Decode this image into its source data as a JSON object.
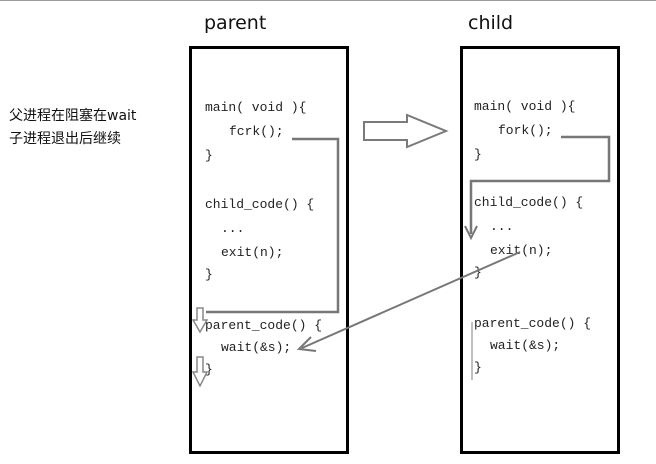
{
  "labels": {
    "parent_title": "parent",
    "child_title": "child",
    "note_line1": "父进程在阻塞在wait",
    "note_line2": "子进程退出后继续"
  },
  "parent": {
    "main_open": "main( void ){",
    "fork_call": "fcrk();",
    "main_close": "}",
    "child_code_open": "child_code() {",
    "ellipsis": "...",
    "exit_call": "exit(n);",
    "child_code_close": "}",
    "parent_code_open": "parent_code() {",
    "wait_call": "wait(&s);",
    "parent_code_close": "}"
  },
  "child": {
    "main_open": "main( void ){",
    "fork_call": "fork();",
    "main_close": "}",
    "child_code_open": "child_code() {",
    "ellipsis": "...",
    "exit_call": "exit(n);",
    "child_code_close": "}",
    "parent_code_open": "parent_code() {",
    "wait_call": "wait(&s);",
    "parent_code_close": "}"
  },
  "colors": {
    "box_border": "#000000",
    "arrow_gray": "#777777"
  }
}
